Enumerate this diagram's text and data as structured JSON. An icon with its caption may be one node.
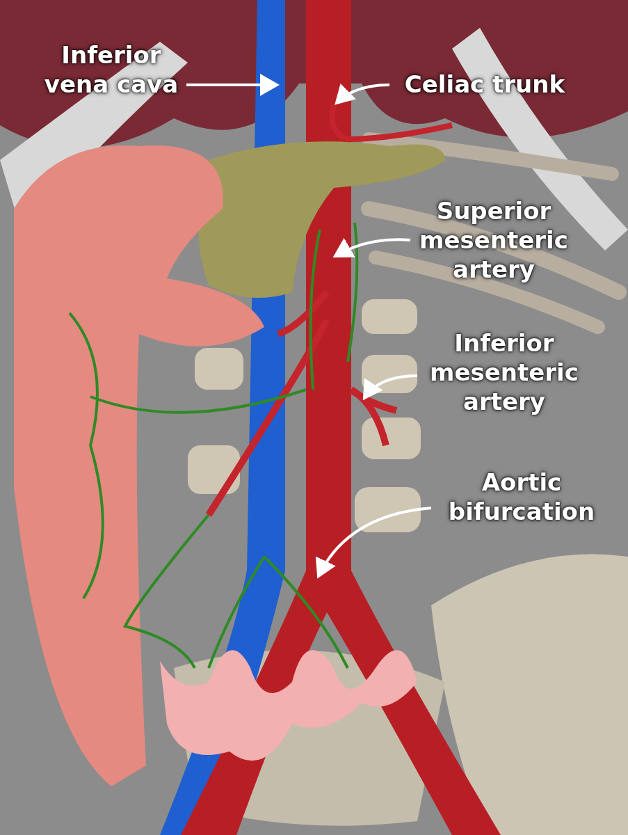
{
  "diagram": {
    "nodes": [
      {
        "text": [
          "Inferior vena cava"
        ]
      },
      {
        "text": [
          "Celiac trunk"
        ]
      },
      {
        "text": [
          "Superior mesenteric artery"
        ]
      },
      {
        "text": [
          "Inferior mesenteric artery"
        ]
      },
      {
        "text": [
          "Aortic bifurcation"
        ]
      }
    ],
    "edges": [
      {
        "from": 0,
        "to": null,
        "arrow": "to"
      },
      {
        "from": 1,
        "to": null,
        "arrow": "to"
      },
      {
        "from": 2,
        "to": null,
        "arrow": "to"
      },
      {
        "from": 3,
        "to": null,
        "arrow": "to"
      },
      {
        "from": 4,
        "to": null,
        "arrow": "to"
      }
    ]
  }
}
